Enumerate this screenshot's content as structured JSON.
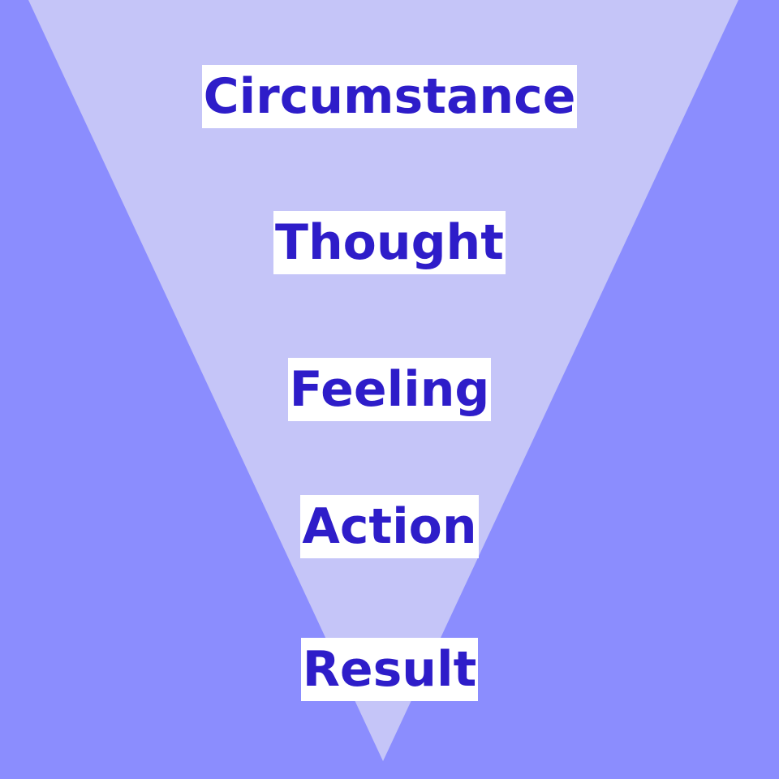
{
  "colors": {
    "background": "#8b8dfe",
    "funnel": "#c5c5f8",
    "label_background": "#ffffff",
    "label_text": "#2e1dc9"
  },
  "steps": [
    {
      "label": "Circumstance"
    },
    {
      "label": "Thought"
    },
    {
      "label": "Feeling"
    },
    {
      "label": "Action"
    },
    {
      "label": "Result"
    }
  ]
}
